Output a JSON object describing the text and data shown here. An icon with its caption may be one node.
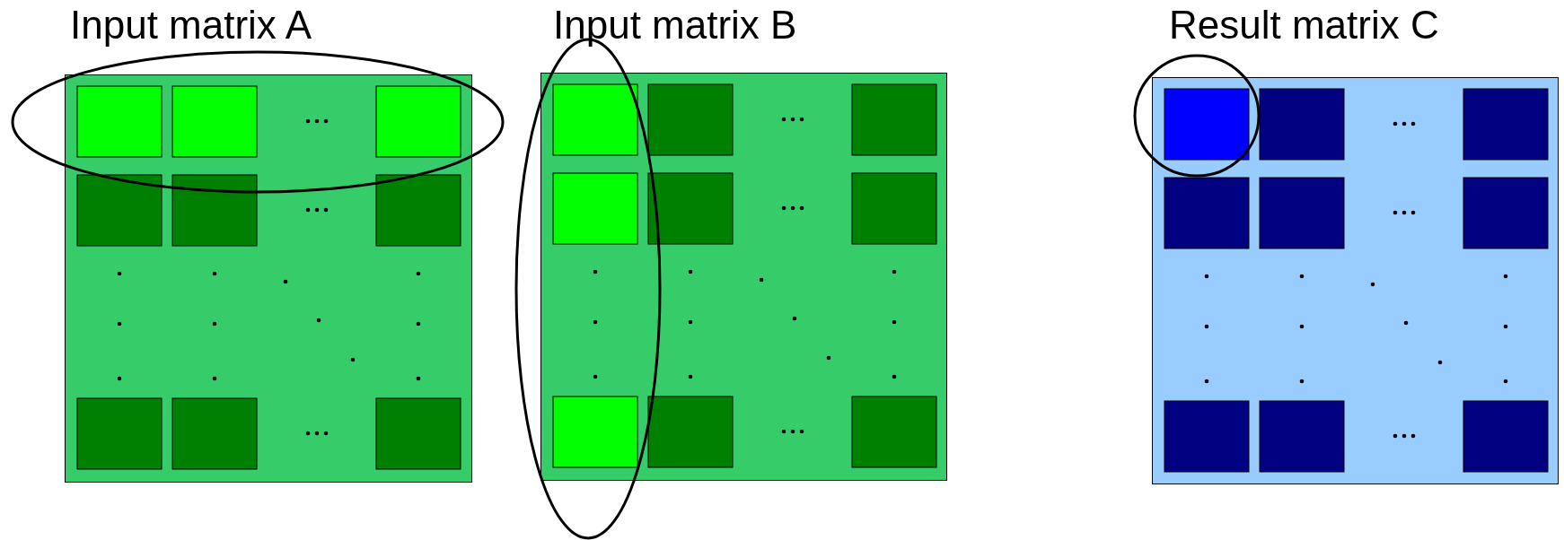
{
  "diagram": {
    "nodes": [
      {
        "text": [
          "Input matrix A"
        ]
      },
      {
        "text": [
          "Input matrix B"
        ]
      },
      {
        "text": [
          "Result matrix C"
        ]
      }
    ],
    "edges": []
  }
}
